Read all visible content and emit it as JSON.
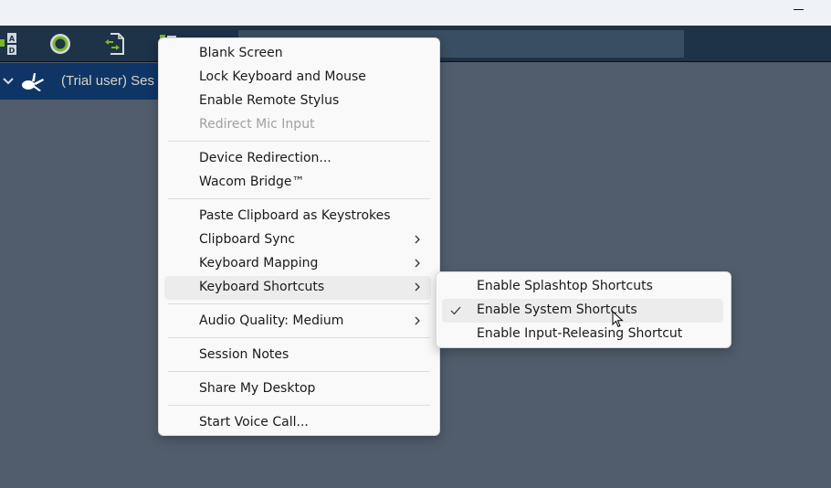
{
  "window": {
    "minimize_icon": "minimize-icon"
  },
  "toolbar": {
    "icons": [
      {
        "name": "keyboard-ad-icon"
      },
      {
        "name": "record-icon"
      },
      {
        "name": "file-transfer-icon"
      },
      {
        "name": "more-actions-icon"
      }
    ],
    "colors": {
      "background": "#1e3248",
      "accent": "#7ab829"
    }
  },
  "session": {
    "title": "(Trial user) Ses",
    "logo": "splashtop-logo-icon",
    "collapse_icon": "chevron-down-icon",
    "colors": {
      "tab_background": "#0e3566",
      "title": "#d9d3c4"
    }
  },
  "menu": {
    "groups": [
      [
        {
          "label": "Blank Screen"
        },
        {
          "label": "Lock Keyboard and Mouse"
        },
        {
          "label": "Enable Remote Stylus"
        },
        {
          "label": "Redirect Mic Input",
          "disabled": true
        }
      ],
      [
        {
          "label": "Device Redirection..."
        },
        {
          "label": "Wacom Bridge™"
        }
      ],
      [
        {
          "label": "Paste Clipboard as Keystrokes"
        },
        {
          "label": "Clipboard Sync",
          "submenu": true
        },
        {
          "label": "Keyboard Mapping",
          "submenu": true
        },
        {
          "label": "Keyboard Shortcuts",
          "submenu": true,
          "highlighted": true
        }
      ],
      [
        {
          "label": "Audio Quality: Medium",
          "submenu": true
        }
      ],
      [
        {
          "label": "Session Notes"
        }
      ],
      [
        {
          "label": "Share My Desktop"
        }
      ],
      [
        {
          "label": "Start Voice Call..."
        }
      ]
    ]
  },
  "submenu": {
    "items": [
      {
        "label": "Enable Splashtop Shortcuts",
        "checked": false
      },
      {
        "label": "Enable System Shortcuts",
        "checked": true,
        "highlighted": true
      },
      {
        "label": "Enable Input-Releasing Shortcut",
        "checked": false
      }
    ]
  }
}
